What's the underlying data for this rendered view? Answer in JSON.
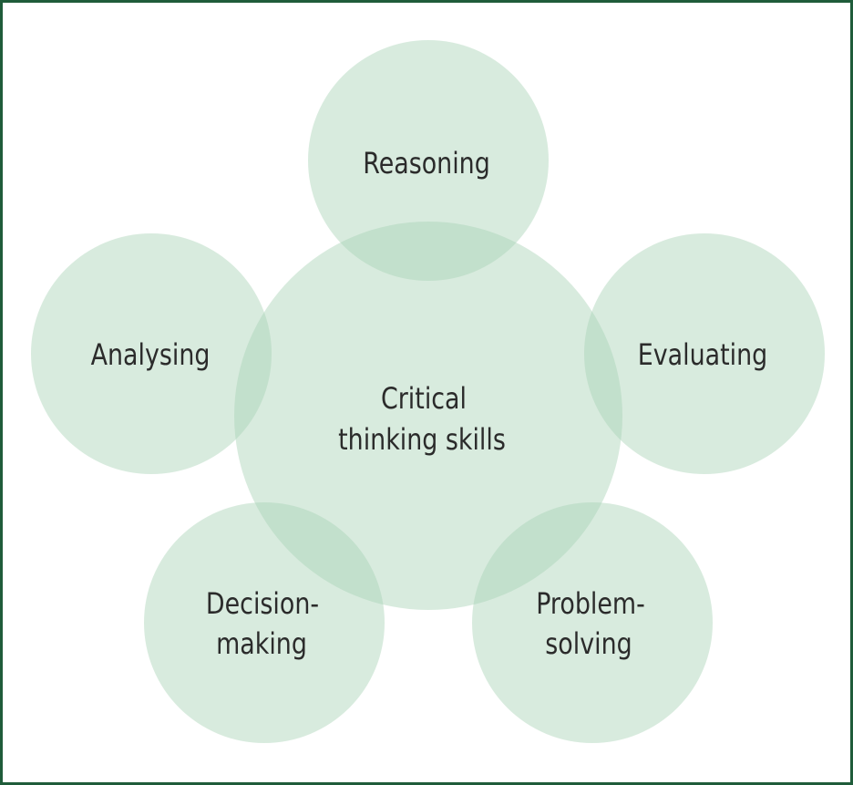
{
  "diagram": {
    "center": {
      "lines": [
        "Critical",
        "thinking skills"
      ]
    },
    "satellites": [
      {
        "key": "reasoning",
        "lines": [
          "Reasoning"
        ]
      },
      {
        "key": "analysing",
        "lines": [
          "Analysing"
        ]
      },
      {
        "key": "evaluating",
        "lines": [
          "Evaluating"
        ]
      },
      {
        "key": "decision-making",
        "lines": [
          "Decision-",
          "making"
        ]
      },
      {
        "key": "problem-solving",
        "lines": [
          "Problem-",
          "solving"
        ]
      }
    ]
  },
  "colors": {
    "circle_fill": "#a8d3b5",
    "border": "#1f5c3a",
    "text": "#2b2b2b"
  }
}
